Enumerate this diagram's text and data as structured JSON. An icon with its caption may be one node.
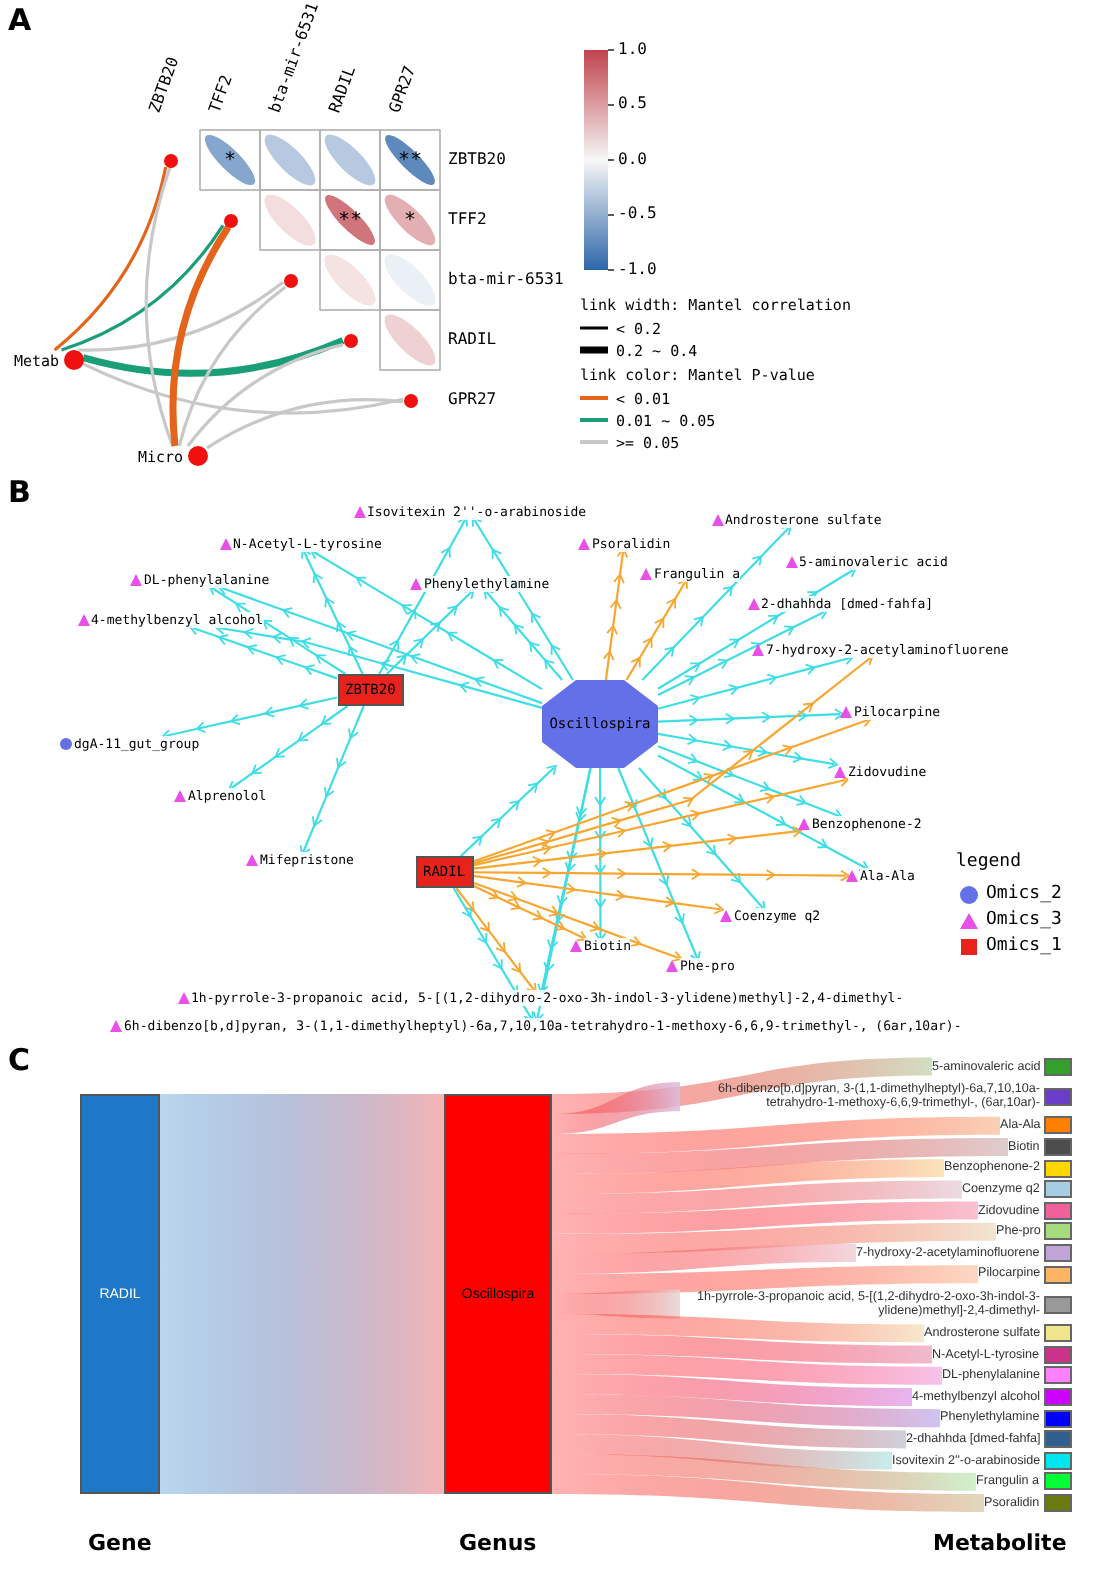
{
  "diagram": {
    "nodes": [
      {
        "text": [
          "Metab"
        ]
      },
      {
        "text": [
          "Micro"
        ]
      },
      {
        "text": [],
        "shape": "circle"
      },
      {
        "text": [],
        "shape": "circle"
      },
      {
        "text": [],
        "shape": "circle"
      },
      {
        "text": [],
        "shape": "circle"
      },
      {
        "text": [],
        "shape": "circle"
      },
      {
        "text": [
          "Isovitexin 2''-o-arabinoside"
        ]
      },
      {
        "text": [
          "N-Acetyl-L-tyrosine"
        ]
      },
      {
        "text": [
          "DL-phenylalanine"
        ]
      },
      {
        "text": [
          "Phenylethylamine"
        ]
      },
      {
        "text": [
          "4-methylbenzyl alcohol"
        ]
      },
      {
        "text": [
          "Psoralidin"
        ]
      },
      {
        "text": [
          "Androsterone sulfate"
        ]
      },
      {
        "text": [
          "Frangulin a"
        ]
      },
      {
        "text": [
          "5-aminovaleric acid"
        ]
      },
      {
        "text": [
          "2-dhahhda [dmed-fahfa]"
        ]
      },
      {
        "text": [
          "7-hydroxy-2-acetylaminofluorene"
        ]
      },
      {
        "text": [
          "ZBTB20"
        ]
      },
      {
        "text": [
          "Oscillospira"
        ]
      },
      {
        "text": [
          "Pilocarpine"
        ]
      },
      {
        "text": [
          "dgA-11_gut_group"
        ]
      },
      {
        "text": [
          "RADIL"
        ]
      },
      {
        "text": [
          "Alprenolol"
        ]
      },
      {
        "text": [
          "Zidovudine"
        ]
      },
      {
        "text": [
          "Benzophenone-2"
        ]
      },
      {
        "text": [
          "Mifepristone"
        ]
      },
      {
        "text": [
          "Ala-Ala"
        ]
      },
      {
        "text": [
          "Coenzyme q2"
        ]
      },
      {
        "text": [
          "Biotin"
        ]
      },
      {
        "text": [
          "Phe-pro"
        ]
      },
      {
        "text": [
          "1h-pyrrole-3-propanoic acid, 5-[(1,2-dihydro-2-oxo-3h-indol-3-ylidene)methyl]-2,4-dimethyl-"
        ]
      },
      {
        "text": [
          "6h-dibenzo[b,d]pyran, 3-(1,1-dimethylheptyl)-6a,7,10,10a-tetrahydro-1-methoxy-6,6,9-trimethyl-, (6ar,10ar)-"
        ]
      },
      {
        "text": [
          "RADIL"
        ]
      },
      {
        "text": [
          "Oscillospira"
        ]
      },
      {
        "text": [
          "5-aminovaleric acid"
        ]
      },
      {
        "text": [
          "6h-dibenzo[b,d]pyran, 3-(1,1-dimethylheptyl)-6a,7,10,10a-tetrahydro-1-methoxy-6,6,9-trimethyl-, (6ar,10ar)-"
        ]
      },
      {
        "text": [
          "Ala-Ala"
        ]
      },
      {
        "text": [
          "Biotin"
        ]
      },
      {
        "text": [
          "Benzophenone-2"
        ]
      },
      {
        "text": [
          "Coenzyme q2"
        ]
      },
      {
        "text": [
          "Zidovudine"
        ]
      },
      {
        "text": [
          "Phe-pro"
        ]
      },
      {
        "text": [
          "7-hydroxy-2-acetylaminofluorene"
        ]
      },
      {
        "text": [
          "Pilocarpine"
        ]
      },
      {
        "text": [
          "1h-pyrrole-3-propanoic acid, 5-[(1,2-dihydro-2-oxo-3h-indol-3-ylidene)methyl]-2,4-dimethyl-"
        ]
      },
      {
        "text": [
          "Androsterone sulfate"
        ]
      },
      {
        "text": [
          "N-Acetyl-L-tyrosine"
        ]
      },
      {
        "text": [
          "DL-phenylalanine"
        ]
      },
      {
        "text": [
          "4-methylbenzyl alcohol"
        ]
      },
      {
        "text": [
          "Phenylethylamine"
        ]
      },
      {
        "text": [
          "2-dhahhda [dmed-fahfa]"
        ]
      },
      {
        "text": [
          "Isovitexin 2''-o-arabinoside"
        ]
      },
      {
        "text": [
          "Frangulin a"
        ]
      },
      {
        "text": [
          "Psoralidin"
        ]
      }
    ],
    "edges": [
      {
        "from": 0,
        "to": 2,
        "arrow": "none",
        "color": "#e5641b"
      },
      {
        "from": 0,
        "to": 3,
        "arrow": "none",
        "color": "#1a9e77"
      },
      {
        "from": 0,
        "to": 4,
        "arrow": "none",
        "color": "#c8c8c8"
      },
      {
        "from": 0,
        "to": 5,
        "arrow": "none",
        "color": "#1a9e77",
        "style": "thick"
      },
      {
        "from": 0,
        "to": 6,
        "arrow": "none",
        "color": "#c8c8c8"
      },
      {
        "from": 1,
        "to": 2,
        "arrow": "none",
        "color": "#c8c8c8"
      },
      {
        "from": 1,
        "to": 3,
        "arrow": "none",
        "color": "#e5641b",
        "style": "thick"
      },
      {
        "from": 1,
        "to": 4,
        "arrow": "none",
        "color": "#c8c8c8"
      },
      {
        "from": 1,
        "to": 5,
        "arrow": "none",
        "color": "#c8c8c8"
      },
      {
        "from": 1,
        "to": 6,
        "arrow": "none",
        "color": "#c8c8c8"
      },
      {
        "from": 18,
        "to": 7,
        "arrow": "to",
        "color": "#3fdde5"
      },
      {
        "from": 18,
        "to": 8,
        "arrow": "to",
        "color": "#3fdde5"
      },
      {
        "from": 18,
        "to": 9,
        "arrow": "to",
        "color": "#3fdde5"
      },
      {
        "from": 18,
        "to": 10,
        "arrow": "to",
        "color": "#3fdde5"
      },
      {
        "from": 18,
        "to": 11,
        "arrow": "to",
        "color": "#3fdde5"
      },
      {
        "from": 18,
        "to": 21,
        "arrow": "to",
        "color": "#3fdde5"
      },
      {
        "from": 18,
        "to": 23,
        "arrow": "to",
        "color": "#3fdde5"
      },
      {
        "from": 18,
        "to": 26,
        "arrow": "to",
        "color": "#3fdde5"
      },
      {
        "from": 19,
        "to": 7,
        "arrow": "to",
        "color": "#3fdde5"
      },
      {
        "from": 19,
        "to": 8,
        "arrow": "to",
        "color": "#3fdde5"
      },
      {
        "from": 19,
        "to": 9,
        "arrow": "to",
        "color": "#3fdde5"
      },
      {
        "from": 19,
        "to": 10,
        "arrow": "to",
        "color": "#3fdde5"
      },
      {
        "from": 19,
        "to": 11,
        "arrow": "to",
        "color": "#3fdde5"
      },
      {
        "from": 19,
        "to": 12,
        "arrow": "to",
        "color": "#f7a630"
      },
      {
        "from": 19,
        "to": 13,
        "arrow": "to",
        "color": "#3fdde5"
      },
      {
        "from": 19,
        "to": 14,
        "arrow": "to",
        "color": "#f7a630"
      },
      {
        "from": 19,
        "to": 15,
        "arrow": "to",
        "color": "#3fdde5"
      },
      {
        "from": 19,
        "to": 16,
        "arrow": "to",
        "color": "#3fdde5"
      },
      {
        "from": 19,
        "to": 17,
        "arrow": "to",
        "color": "#3fdde5"
      },
      {
        "from": 19,
        "to": 20,
        "arrow": "to",
        "color": "#3fdde5"
      },
      {
        "from": 19,
        "to": 24,
        "arrow": "to",
        "color": "#3fdde5"
      },
      {
        "from": 19,
        "to": 25,
        "arrow": "to",
        "color": "#3fdde5"
      },
      {
        "from": 19,
        "to": 27,
        "arrow": "to",
        "color": "#3fdde5"
      },
      {
        "from": 19,
        "to": 28,
        "arrow": "to",
        "color": "#3fdde5"
      },
      {
        "from": 19,
        "to": 29,
        "arrow": "to",
        "color": "#3fdde5"
      },
      {
        "from": 19,
        "to": 30,
        "arrow": "to",
        "color": "#3fdde5"
      },
      {
        "from": 19,
        "to": 31,
        "arrow": "to",
        "color": "#3fdde5"
      },
      {
        "from": 19,
        "to": 32,
        "arrow": "to",
        "color": "#3fdde5"
      },
      {
        "from": 22,
        "to": 19,
        "arrow": "to",
        "color": "#3fdde5"
      },
      {
        "from": 22,
        "to": 17,
        "arrow": "to",
        "color": "#f7a630"
      },
      {
        "from": 22,
        "to": 20,
        "arrow": "to",
        "color": "#f7a630"
      },
      {
        "from": 22,
        "to": 24,
        "arrow": "to",
        "color": "#f7a630"
      },
      {
        "from": 22,
        "to": 25,
        "arrow": "to",
        "color": "#f7a630"
      },
      {
        "from": 22,
        "to": 27,
        "arrow": "to",
        "color": "#f7a630"
      },
      {
        "from": 22,
        "to": 28,
        "arrow": "to",
        "color": "#f7a630"
      },
      {
        "from": 22,
        "to": 29,
        "arrow": "to",
        "color": "#f7a630"
      },
      {
        "from": 22,
        "to": 30,
        "arrow": "to",
        "color": "#f7a630"
      },
      {
        "from": 22,
        "to": 31,
        "arrow": "to",
        "color": "#f7a630"
      },
      {
        "from": 22,
        "to": 32,
        "arrow": "to",
        "color": "#3fdde5"
      },
      {
        "from": 33,
        "to": 34,
        "arrow": "none",
        "color": "#f4a7a9"
      },
      {
        "from": 34,
        "to": 35,
        "arrow": "none",
        "color": "#c9d9b8"
      },
      {
        "from": 34,
        "to": 36,
        "arrow": "none",
        "color": "#d7bfe0"
      },
      {
        "from": 34,
        "to": 37,
        "arrow": "none",
        "color": "#f9c9a8"
      },
      {
        "from": 34,
        "to": 38,
        "arrow": "none",
        "color": "#d9c4c4"
      },
      {
        "from": 34,
        "to": 39,
        "arrow": "none",
        "color": "#f9dfb0"
      },
      {
        "from": 34,
        "to": 40,
        "arrow": "none",
        "color": "#e8d4dc"
      },
      {
        "from": 34,
        "to": 41,
        "arrow": "none",
        "color": "#f8b6c8"
      },
      {
        "from": 34,
        "to": 42,
        "arrow": "none",
        "color": "#efe2c8"
      },
      {
        "from": 34,
        "to": 43,
        "arrow": "none",
        "color": "#f0d0d8"
      },
      {
        "from": 34,
        "to": 44,
        "arrow": "none",
        "color": "#fbd2b8"
      },
      {
        "from": 34,
        "to": 45,
        "arrow": "none",
        "color": "#e6d4d4"
      },
      {
        "from": 34,
        "to": 46,
        "arrow": "none",
        "color": "#f5e4c4"
      },
      {
        "from": 34,
        "to": 47,
        "arrow": "none",
        "color": "#eeaec8"
      },
      {
        "from": 34,
        "to": 48,
        "arrow": "none",
        "color": "#f6b8e6"
      },
      {
        "from": 34,
        "to": 49,
        "arrow": "none",
        "color": "#e4a8ee"
      },
      {
        "from": 34,
        "to": 50,
        "arrow": "none",
        "color": "#c8b8ee"
      },
      {
        "from": 34,
        "to": 51,
        "arrow": "none",
        "color": "#c8c8d4"
      },
      {
        "from": 34,
        "to": 52,
        "arrow": "none",
        "color": "#bfeaea"
      },
      {
        "from": 34,
        "to": 53,
        "arrow": "none",
        "color": "#c8eec4"
      },
      {
        "from": 34,
        "to": 54,
        "arrow": "none",
        "color": "#dcd2b0"
      }
    ],
    "labels": [
      "A",
      "ZBTB20",
      "TFF2",
      "bta-mir-6531",
      "RADIL",
      "GPR27",
      "1.0",
      "0.5",
      "0.0",
      "-0.5",
      "-1.0",
      "*",
      "**",
      "ZBTB20",
      "**",
      "*",
      "TFF2",
      "bta-mir-6531",
      "RADIL",
      "GPR27",
      "link width: Mantel correlation",
      "link color: Mantel P-value",
      "B",
      "legend",
      "C",
      "Gene",
      "Genus",
      "Metabolite"
    ],
    "legend": [
      {
        "text": "< 0.2"
      },
      {
        "text": "0.2 ~ 0.4"
      },
      {
        "text": "< 0.01",
        "color": "#e5641b"
      },
      {
        "text": "0.01 ~ 0.05",
        "color": "#1a9e77"
      },
      {
        "text": ">= 0.05",
        "color": "#c8c8c8"
      },
      {
        "text": "Omics_2",
        "color": "#6470e8"
      },
      {
        "text": "Omics_3",
        "color": "#e84ee8"
      },
      {
        "text": "Omics_1",
        "color": "#e8231c"
      }
    ]
  }
}
